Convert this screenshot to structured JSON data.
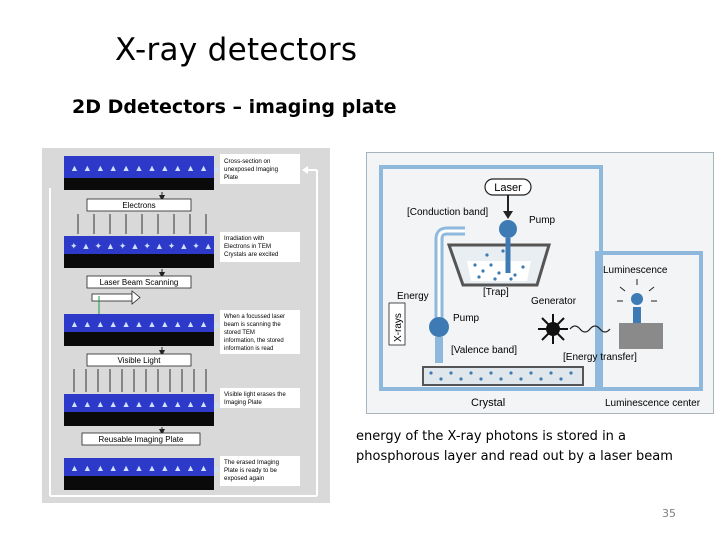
{
  "slide": {
    "title": "X-ray detectors",
    "subtitle": "2D Ddetectors – imaging plate",
    "caption": "energy of the X-ray photons is stored in a phosphorous layer and read out by a laser beam",
    "page_number": "35"
  },
  "left_figure": {
    "bar_labels": [
      "Electrons",
      "Laser Beam Scanning",
      "Visible Light",
      "Reusable Imaging Plate"
    ],
    "notes": [
      [
        "Cross-section on",
        "unexposed Imaging",
        "Plate"
      ],
      [
        "Irradiation with",
        "Electrons in TEM",
        "Crystals are excited"
      ],
      [
        "When a focussed laser",
        "beam is scanning the",
        "stored TEM",
        "information, the stored",
        "information is read"
      ],
      [
        "Visible light erases the",
        "Imaging Plate"
      ],
      [
        "The erased Imaging",
        "Plate is ready to be",
        "exposed again"
      ]
    ]
  },
  "right_figure": {
    "labels": {
      "laser": "Laser",
      "conduction_band": "[Conduction band]",
      "pump_top": "Pump",
      "trap": "[Trap]",
      "energy": "Energy",
      "generator": "Generator",
      "pump_bottom": "Pump",
      "xrays": "X-rays",
      "valence_band": "[Valence band]",
      "energy_transfer": "[Energy transfer]",
      "crystal": "Crystal",
      "luminescence": "Luminescence",
      "luminescence_center": "Luminescence center"
    }
  },
  "colors": {
    "plate_blue": "#2c39c9",
    "plate_dark": "#0a0a0a",
    "light_blue": "#8fb9dc",
    "accent_blue": "#3e7bb5"
  }
}
